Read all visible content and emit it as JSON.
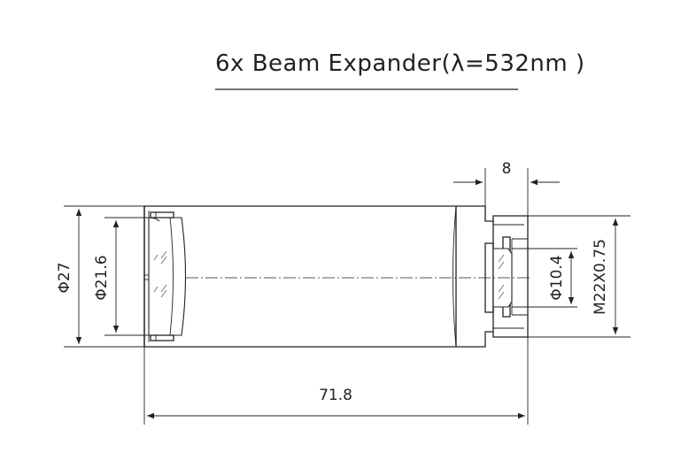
{
  "title": {
    "text": "6x Beam Expander(λ=532nm   )"
  },
  "dimensions": {
    "overall_length": "71.8",
    "outer_diameter": "Φ27",
    "input_aperture": "Φ21.6",
    "output_aperture": "Φ10.4",
    "thread": "M22X0.75",
    "thread_length": "8"
  }
}
